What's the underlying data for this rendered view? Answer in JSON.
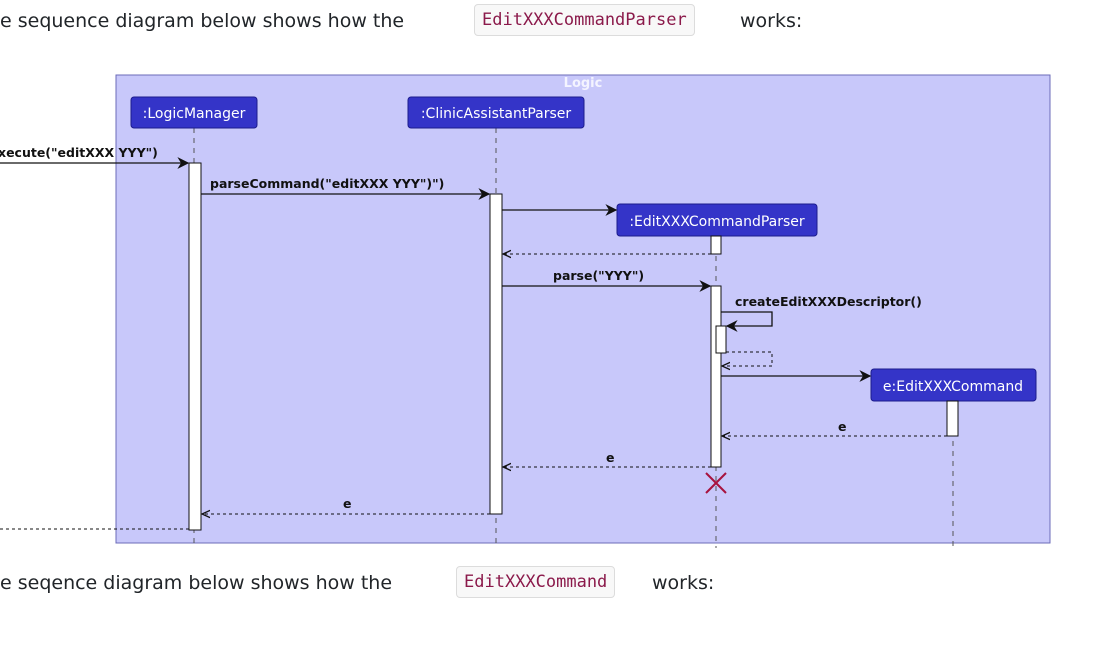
{
  "para1": {
    "before": "e sequence diagram below shows how the",
    "code": "EditXXXCommandParser",
    "after": "works:"
  },
  "para2": {
    "before": "e seqence diagram below shows how the",
    "code": "EditXXXCommand",
    "after": "works:"
  },
  "diagram": {
    "group_title": "Logic",
    "participants": {
      "logic_manager": ":LogicManager",
      "clinic_parser": ":ClinicAssistantParser",
      "command_parser": ":EditXXXCommandParser",
      "command": "e:EditXXXCommand"
    },
    "messages": {
      "execute": "xecute(\"editXXX YYY\")",
      "parse_command": "parseCommand(\"editXXX YYY\")\")",
      "parse": "parse(\"YYY\")",
      "create_descriptor": "createEditXXXDescriptor()",
      "return_e_command": "e",
      "return_e_parser": "e",
      "return_e_final": "e"
    },
    "colors": {
      "group_bg": "#c8c8fa",
      "group_border": "#6b6bb8",
      "participant_bg": "#3434c8",
      "destroy": "#a8123e"
    }
  }
}
